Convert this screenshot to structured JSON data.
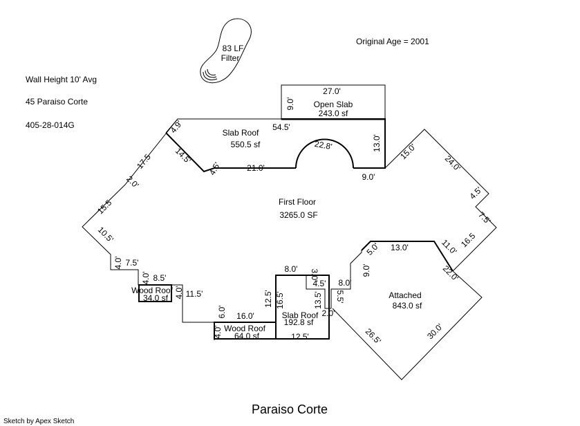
{
  "header": {
    "original_age": "Original Age  =  2001",
    "wall_height": "Wall Height 10' Avg",
    "address": "45 Paraiso Corte",
    "parcel": "405-28-014G"
  },
  "pool": {
    "line1": "83 LF",
    "line2": "Filter"
  },
  "areas": {
    "open_slab": {
      "name": "Open Slab",
      "area": "243.0 sf"
    },
    "slab_roof_top": {
      "name": "Slab Roof",
      "area": "550.5 sf"
    },
    "first_floor": {
      "name": "First Floor",
      "area": "3265.0 SF"
    },
    "attached": {
      "name": "Attached",
      "area": "843.0 sf"
    },
    "wood_roof_left": {
      "name": "Wood Roof",
      "area": "34.0 sf"
    },
    "wood_roof_bottom": {
      "name": "Wood Roof",
      "area": "64.0 sf"
    },
    "slab_roof_bottom": {
      "name": "Slab Roof",
      "area": "192.8 sf"
    }
  },
  "dims": {
    "d27": "27.0'",
    "d9a": "9.0'",
    "d54": "54.5'",
    "d13a": "13.0'",
    "d228": "22.8'",
    "d49": "4.9'",
    "d145": "14.5'",
    "d45a": "4.5'",
    "d21": "21.0'",
    "d9b": "9.0'",
    "d15a": "15.0'",
    "d24": "24.0'",
    "d45b": "4.5'",
    "d75a": "7.5'",
    "d165a": "16.5",
    "d11": "11.0'",
    "d175": "17.5",
    "d2a": "2.0'",
    "d155": "15.5",
    "d105": "10.5'",
    "d4a": "4.0'",
    "d75b": "7.5'",
    "d4b": "4.0'",
    "d85": "8.5'",
    "d4c": "4.0'",
    "d115": "11.5'",
    "d6": "6.0'",
    "d16": "16.0'",
    "d4d": "4.0'",
    "d125a": "12.5'",
    "d165b": "16.5'",
    "d8a": "8.0'",
    "d3": "3.0'",
    "d45c": "4.5'",
    "d135": "13.5'",
    "d55": "5.5'",
    "d2b": "2.0'",
    "d8b": "8.0'",
    "d9c": "9.0'",
    "d5": "5.0'",
    "d13b": "13.0'",
    "d22": "22.0'",
    "d265": "26.5'",
    "d30": "30.0'",
    "d125b": "12.5'"
  },
  "footer": {
    "title": "Paraiso Corte",
    "credit": "Sketch by Apex Sketch"
  }
}
